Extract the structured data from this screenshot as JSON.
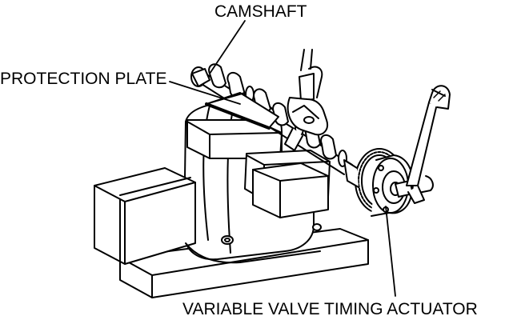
{
  "labels": {
    "camshaft": "CAMSHAFT",
    "protection_plate": "PROTECTION PLATE",
    "variable_valve_timing_actuator": "VARIABLE VALVE TIMING ACTUATOR"
  }
}
